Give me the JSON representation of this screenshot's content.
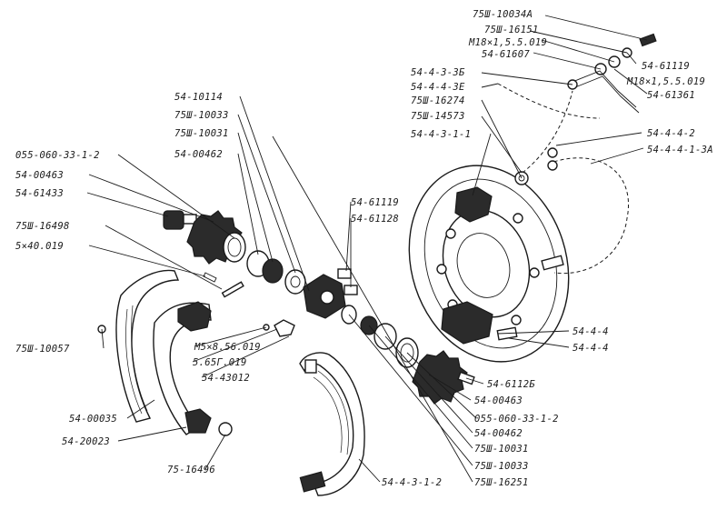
{
  "labels": {
    "l01": "75Ш-10034А",
    "l02": "75Ш-16151",
    "l03": "M18×1,5.5.019",
    "l04": "54-61607",
    "l05": "54-61119",
    "l06": "M18×1,5.5.019",
    "l07": "54-61361",
    "l08": "54-4-3-3Б",
    "l09": "54-4-4-3Е",
    "l10": "75Ш-16274",
    "l11": "75Ш-14573",
    "l12": "54-4-4-2",
    "l13": "54-4-3-1-1",
    "l14": "54-4-4-1-3А",
    "l15": "54-10114",
    "l16": "75Ш-10033",
    "l17": "75Ш-10031",
    "l18": "54-00462",
    "l19": "055-060-33-1-2",
    "l20": "54-00463",
    "l21": "54-61433",
    "l22": "54-61119",
    "l23": "54-61128",
    "l24": "75Ш-16498",
    "l25": "5×40.019",
    "l26": "75Ш-10057",
    "l27": "M5×8.56.019",
    "l28": "5.65Г.019",
    "l29": "54-43012",
    "l30": "54-4-4",
    "l31": "54-4-4",
    "l32": "54-6112Б",
    "l33": "54-00463",
    "l34": "055-060-33-1-2",
    "l35": "54-00462",
    "l36": "75Ш-10031",
    "l37": "75Ш-10033",
    "l38": "75Ш-16251",
    "l39": "54-00035",
    "l40": "54-20023",
    "l41": "75-16496",
    "l42": "54-4-3-1-2"
  }
}
